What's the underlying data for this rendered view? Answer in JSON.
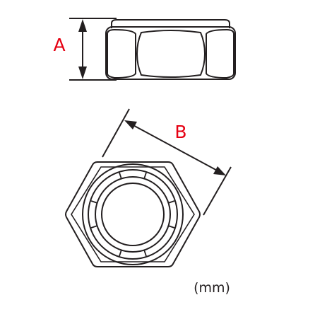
{
  "diagram": {
    "dimension_a_label": "A",
    "dimension_b_label": "B",
    "unit_label": "(mm)"
  },
  "colors": {
    "line": "#231f20",
    "dimension_label": "#e60012",
    "background": "#ffffff"
  }
}
